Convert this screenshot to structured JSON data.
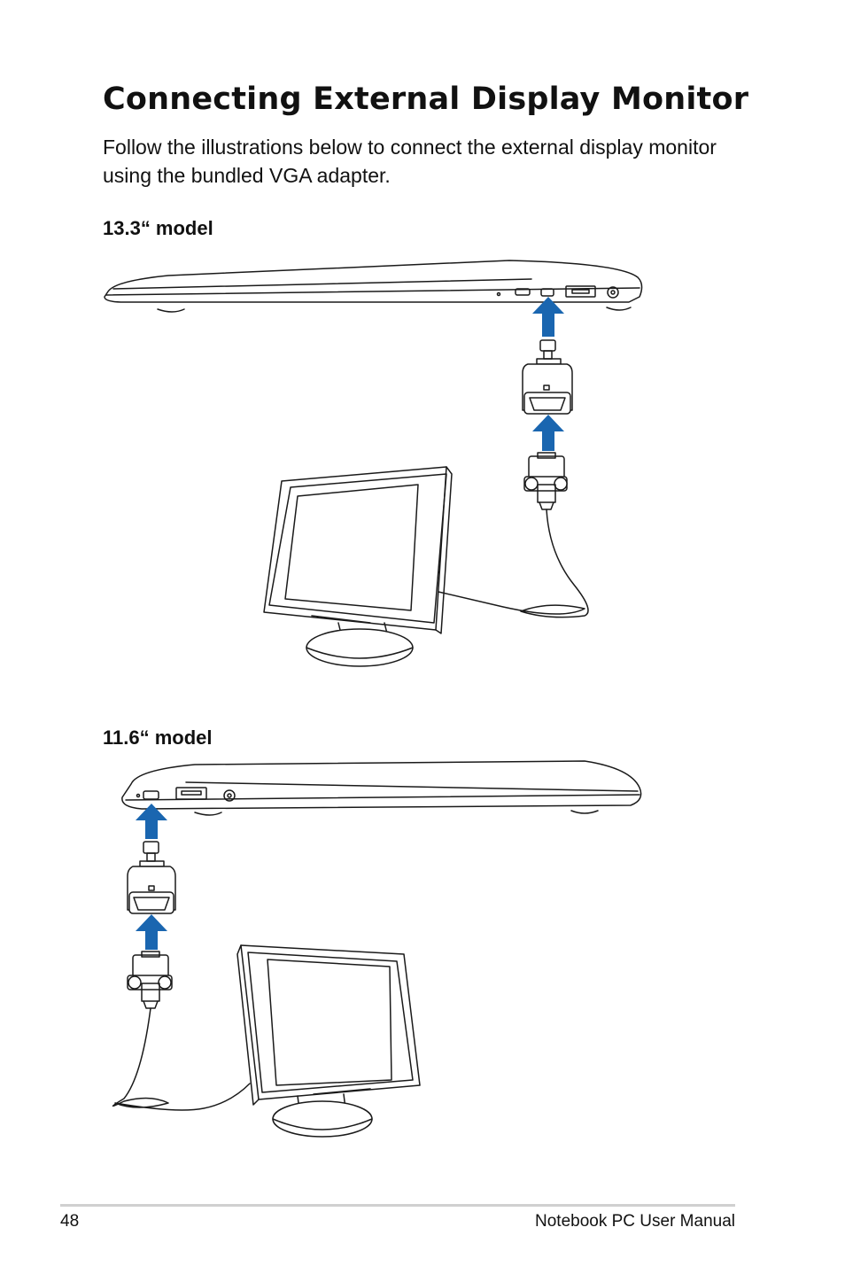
{
  "title": "Connecting External Display Monitor",
  "intro": "Follow the illustrations below to connect the external display monitor using the bundled VGA adapter.",
  "sections": [
    {
      "label": "13.3“ model"
    },
    {
      "label": "11.6“ model"
    }
  ],
  "colors": {
    "arrow": "#1a66b0",
    "line": "#1a1a1a"
  },
  "icons": [
    "laptop-side-view",
    "mini-displayport-adapter",
    "vga-connector",
    "monitor",
    "up-arrow-icon"
  ],
  "footer": {
    "page_number": "48",
    "manual_name": "Notebook PC User Manual"
  }
}
